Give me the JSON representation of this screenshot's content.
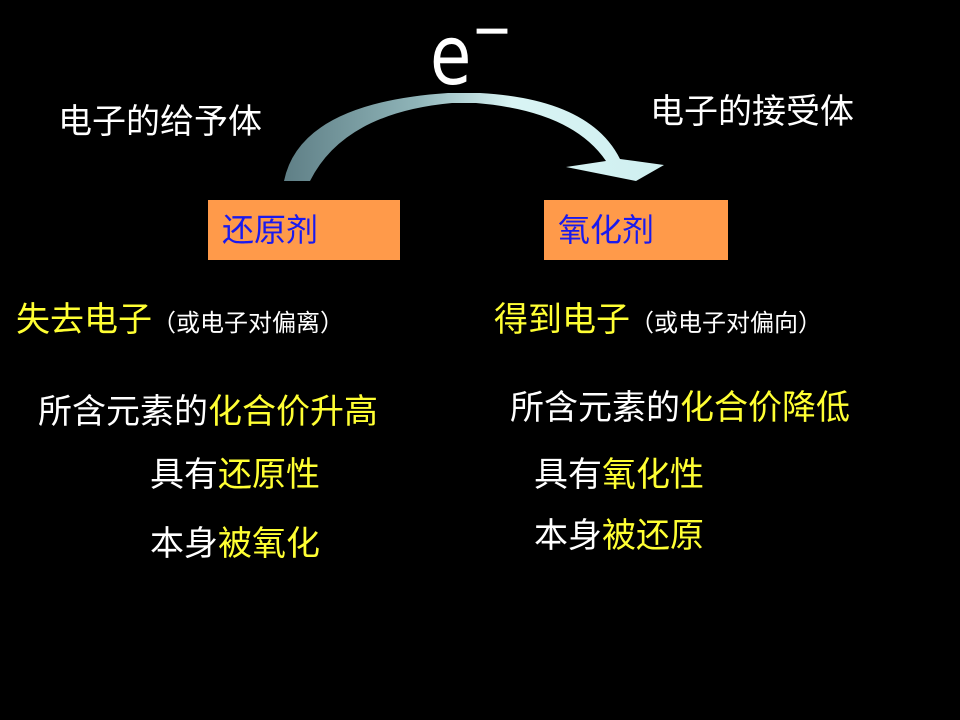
{
  "electron": {
    "symbol": "e",
    "sign": "−"
  },
  "left": {
    "role": "电子的给予体",
    "box": "还原剂",
    "action": "失去电子",
    "action_note": "（或电子对偏离）",
    "line1_prefix": "所含元素的",
    "line1_highlight": "化合价升高",
    "line2_prefix": "具有",
    "line2_highlight": "还原性",
    "line3_prefix": "本身",
    "line3_highlight": "被氧化"
  },
  "right": {
    "role": "电子的接受体",
    "box": "氧化剂",
    "action": "得到电子",
    "action_note": "（或电子对偏向）",
    "line1_prefix": "所含元素的",
    "line1_highlight": "化合价降低",
    "line2_prefix": "具有",
    "line2_highlight": "氧化性",
    "line3_prefix": "本身",
    "line3_highlight": "被还原"
  },
  "colors": {
    "background": "#000000",
    "text": "#ffffff",
    "highlight": "#ffff33",
    "box_fill": "#ff9a4a",
    "box_text": "#1a1aee",
    "arrow_light": "#cfeff0",
    "arrow_dark": "#5f7f86"
  }
}
